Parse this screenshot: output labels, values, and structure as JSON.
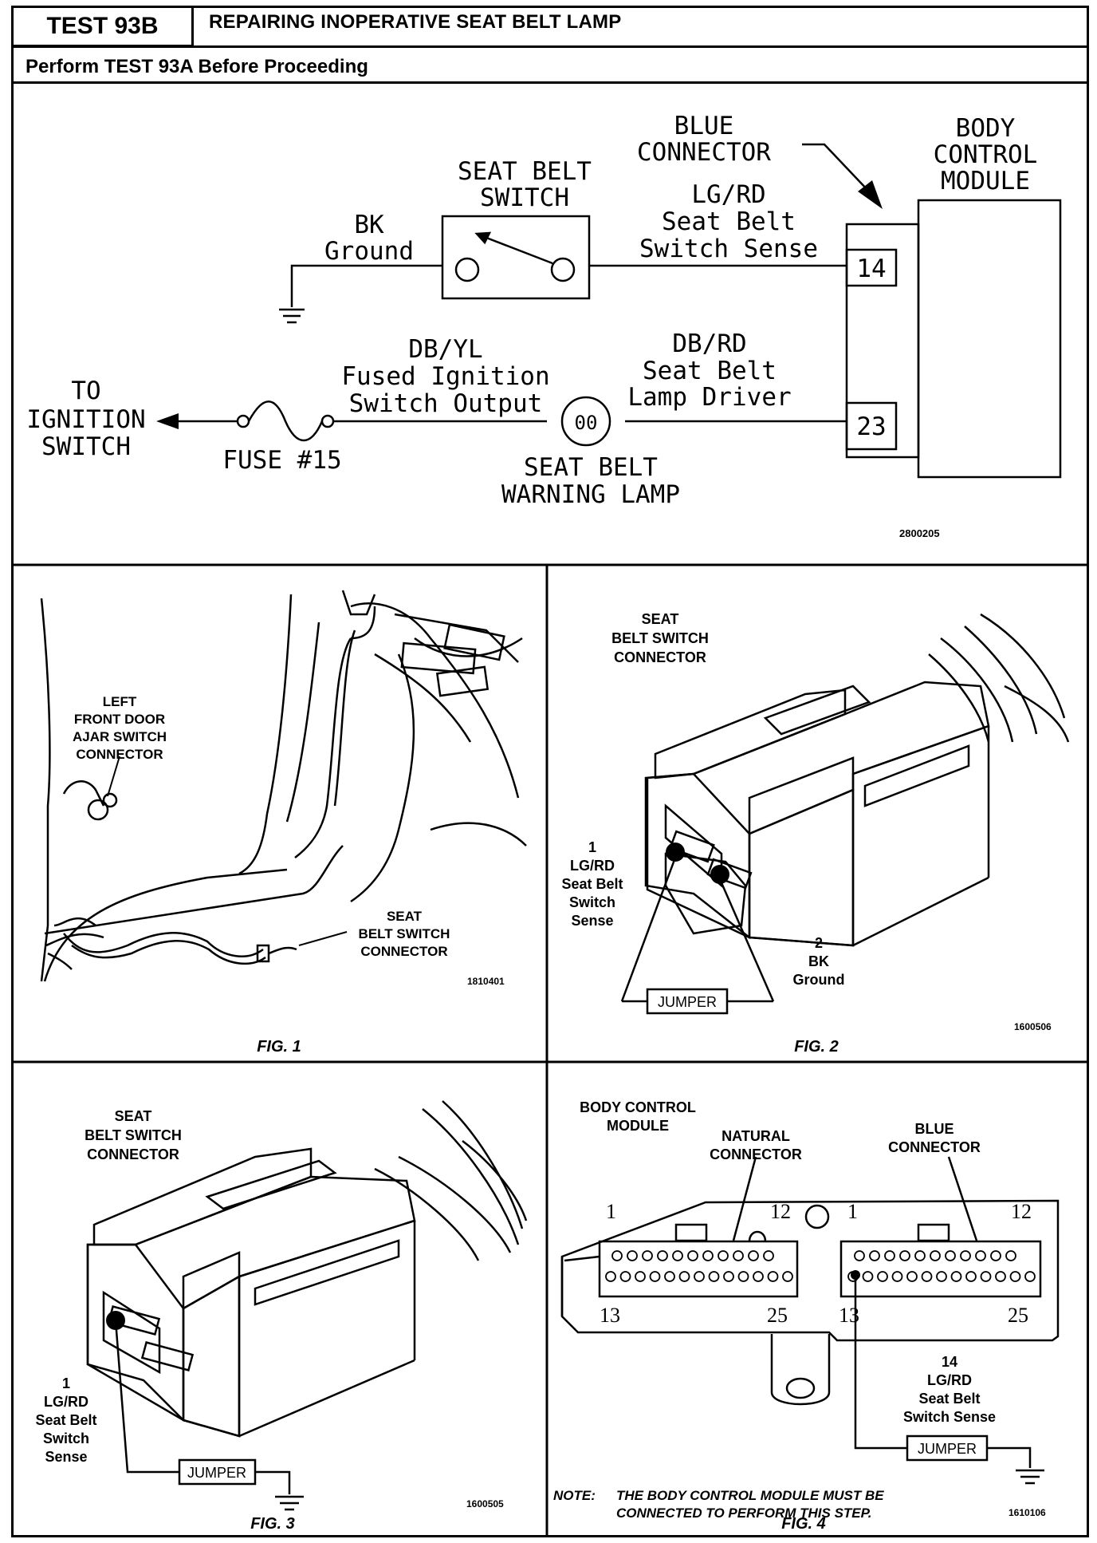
{
  "header": {
    "test_id": "TEST 93B",
    "title": "REPAIRING INOPERATIVE SEAT BELT LAMP",
    "subtitle": "Perform TEST 93A Before Proceeding"
  },
  "schematic": {
    "blue_connector": [
      "BLUE",
      "CONNECTOR"
    ],
    "bcm": [
      "BODY",
      "CONTROL",
      "MODULE"
    ],
    "seat_belt_switch": [
      "SEAT BELT",
      "SWITCH"
    ],
    "bk_ground": [
      "BK",
      "Ground"
    ],
    "lgrd": [
      "LG/RD",
      "Seat Belt",
      "Switch Sense"
    ],
    "pin_top": "14",
    "pin_bottom": "23",
    "dbyl": [
      "DB/YL",
      "Fused Ignition",
      "Switch Output"
    ],
    "dbrd": [
      "DB/RD",
      "Seat Belt",
      "Lamp Driver"
    ],
    "to_ignition": [
      "TO",
      "IGNITION",
      "SWITCH"
    ],
    "fuse": "FUSE #15",
    "lamp_symbol": "00",
    "lamp": [
      "SEAT BELT",
      "WARNING LAMP"
    ],
    "ref": "2800205"
  },
  "fig1": {
    "caption": "FIG. 1",
    "door_label": [
      "LEFT",
      "FRONT DOOR",
      "AJAR SWITCH",
      "CONNECTOR"
    ],
    "seat_label": [
      "SEAT",
      "BELT SWITCH",
      "CONNECTOR"
    ],
    "ref": "1810401"
  },
  "fig2": {
    "caption": "FIG. 2",
    "title": [
      "SEAT",
      "BELT SWITCH",
      "CONNECTOR"
    ],
    "pin1": [
      "1",
      "LG/RD",
      "Seat Belt",
      "Switch",
      "Sense"
    ],
    "pin2": [
      "2",
      "BK",
      "Ground"
    ],
    "jumper": "JUMPER",
    "ref": "1600506"
  },
  "fig3": {
    "caption": "FIG. 3",
    "title": [
      "SEAT",
      "BELT SWITCH",
      "CONNECTOR"
    ],
    "pin1": [
      "1",
      "LG/RD",
      "Seat Belt",
      "Switch",
      "Sense"
    ],
    "jumper": "JUMPER",
    "ref": "1600505"
  },
  "fig4": {
    "caption": "FIG. 4",
    "bcm": [
      "BODY CONTROL",
      "MODULE"
    ],
    "natural": [
      "NATURAL",
      "CONNECTOR"
    ],
    "blue": [
      "BLUE",
      "CONNECTOR"
    ],
    "pin_nums": [
      "1",
      "12",
      "1",
      "12",
      "13",
      "25",
      "13",
      "25"
    ],
    "pin14": [
      "14",
      "LG/RD",
      "Seat Belt",
      "Switch Sense"
    ],
    "jumper": "JUMPER",
    "note_label": "NOTE:",
    "note": [
      "THE BODY CONTROL MODULE MUST BE",
      "CONNECTED TO PERFORM THIS STEP."
    ],
    "ref": "1610106"
  }
}
